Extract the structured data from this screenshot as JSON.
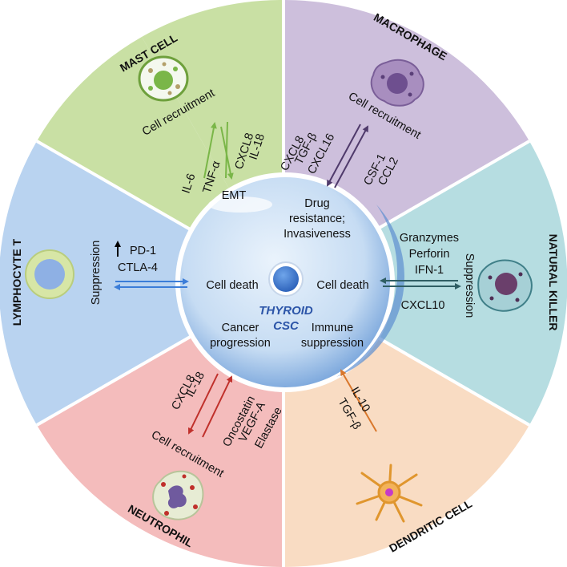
{
  "colors": {
    "mast_cell": "#c9e0a4",
    "macrophage": "#cdbfdc",
    "natural_killer": "#b6dde1",
    "dendritic_cell": "#f9dcc3",
    "neutrophil": "#f4bcbc",
    "lymphocyte_t": "#b9d3f0",
    "center": "#c6dcf3",
    "arrow_mast": "#7ab648",
    "arrow_macro": "#4f3a6b",
    "arrow_nk": "#2f5e64",
    "arrow_dc": "#d9772b",
    "arrow_neut": "#c0302b",
    "arrow_lymph": "#3b7dd8"
  },
  "center": {
    "title": "THYROID",
    "subtitle": "CSC"
  },
  "sectors": {
    "mast_cell": {
      "name": "MAST CELL",
      "role": "Cell recruitment",
      "signals_left": [
        "IL-6",
        "TNF-α"
      ],
      "signals_right": [
        "CXCL8",
        "IL-18"
      ],
      "effect": "EMT"
    },
    "macrophage": {
      "name": "MACROPHAGE",
      "role": "Cell recruitment",
      "signals_left": [
        "CXCL8",
        "TGF-β",
        "CXCL16"
      ],
      "signals_right": [
        "CSF-1",
        "CCL2"
      ],
      "effect": [
        "Drug",
        "resistance;",
        "Invasiveness"
      ]
    },
    "natural_killer": {
      "name": "NATURAL KILLER",
      "role": "Suppression",
      "signals_top": [
        "Granzymes",
        "Perforin",
        "IFN-1"
      ],
      "signals_bottom": "CXCL10",
      "effect": "Cell death"
    },
    "dendritic_cell": {
      "name": "DENDRITIC CELL",
      "signals": [
        "IL-10",
        "TGF-β"
      ],
      "effect": [
        "Immune",
        "suppression"
      ]
    },
    "neutrophil": {
      "name": "NEUTROPHIL",
      "role": "Cell recruitment",
      "signals_left": [
        "CXCL8",
        "IL-18"
      ],
      "signals_right": [
        "Oncostatin",
        "VEGF-A",
        "Elastase"
      ],
      "effect": [
        "Cancer",
        "progression"
      ]
    },
    "lymphocyte_t": {
      "name": "LYMPHOCYTE T",
      "role": "Suppression",
      "signals": [
        "PD-1",
        "CTLA-4"
      ],
      "effect": "Cell death"
    }
  }
}
